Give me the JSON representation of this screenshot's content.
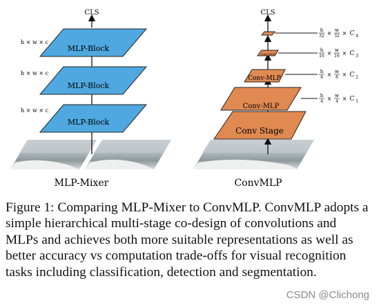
{
  "mlp_mixer": {
    "cls_label": "CLS",
    "block_label": "MLP-Block",
    "dim_label": "h × w × c",
    "name": "MLP-Mixer"
  },
  "convmlp": {
    "cls_label": "CLS",
    "stage_labels": [
      "Conv Stage",
      "Conv-MLP",
      "Conv-MLP",
      "Conv-MLP",
      ""
    ],
    "dims": [
      {
        "h": "h",
        "hd": "32",
        "w": "w",
        "wd": "32",
        "c": "C",
        "sub": "4"
      },
      {
        "h": "h",
        "hd": "16",
        "w": "w",
        "wd": "16",
        "c": "C",
        "sub": "3"
      },
      {
        "h": "h",
        "hd": "8",
        "w": "w",
        "wd": "8",
        "c": "C",
        "sub": "2"
      },
      {
        "h": "h",
        "hd": "4",
        "w": "w",
        "wd": "4",
        "c": "C",
        "sub": "1"
      }
    ],
    "name": "ConvMLP"
  },
  "colors": {
    "mixer_block": "#4fa8e0",
    "conv_block": "#e08a52"
  },
  "caption": "Figure 1: Comparing MLP-Mixer to ConvMLP. ConvMLP adopts a simple hierarchical multi-stage co-design of convolutions and MLPs and achieves both more suitable representations as well as better accuracy vs computation trade-offs for visual recognition tasks including classification, detection and segmentation.",
  "watermark": "CSDN @Clichong"
}
